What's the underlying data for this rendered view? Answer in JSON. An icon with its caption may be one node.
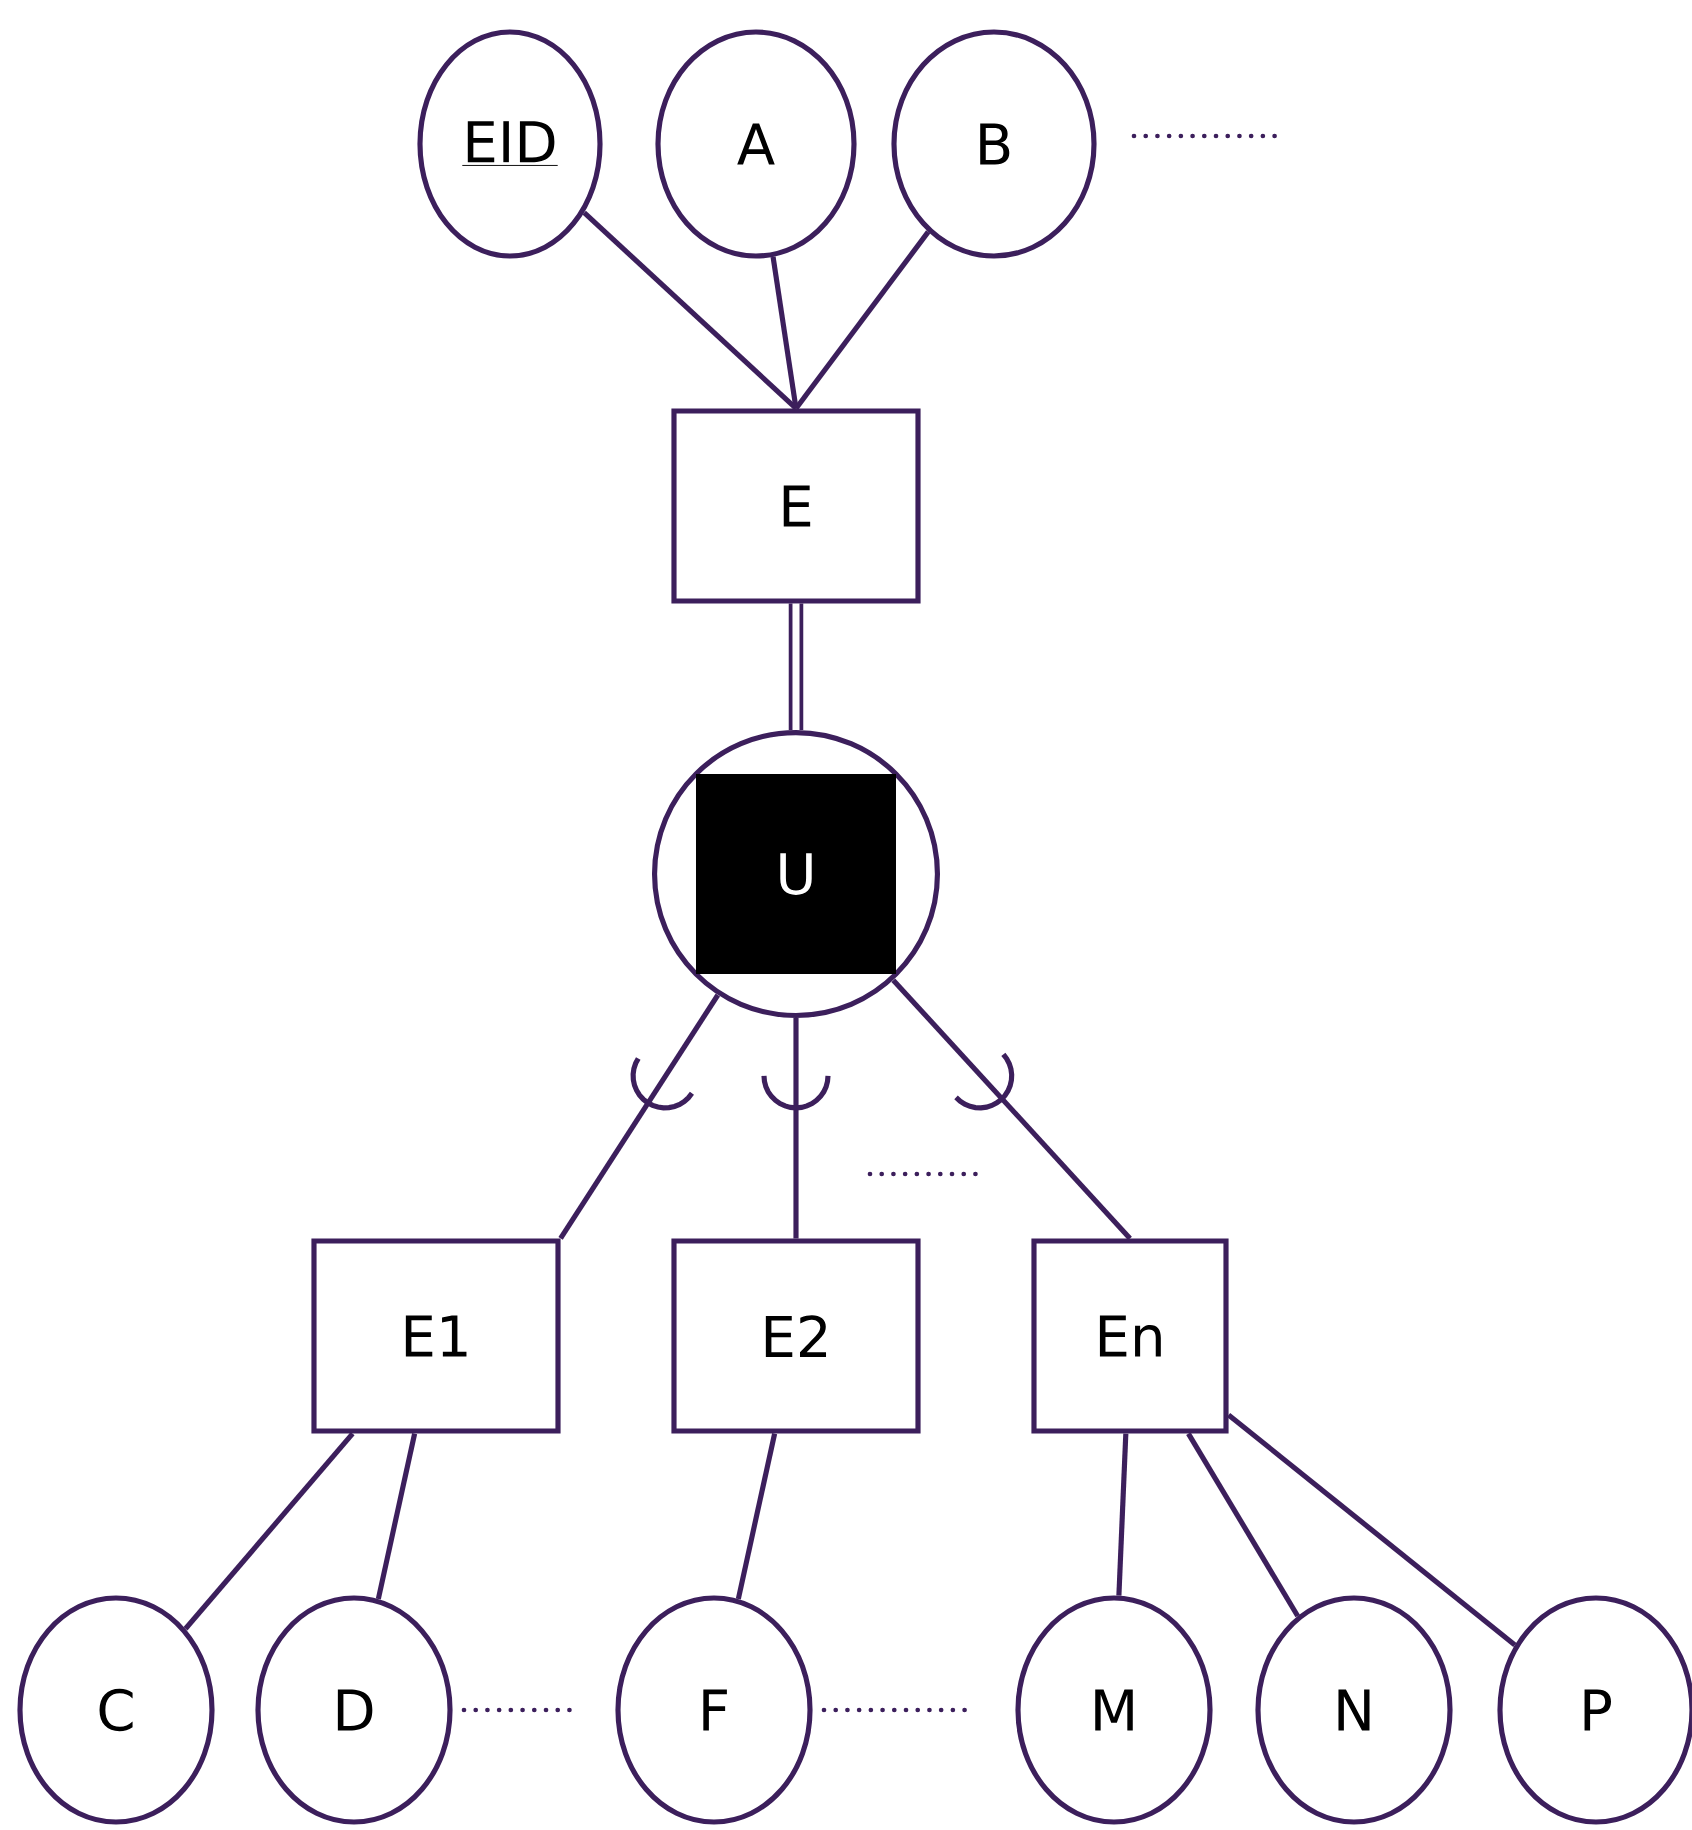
{
  "diagram": {
    "nodes": [
      {
        "text": [
          "EID"
        ]
      },
      {
        "text": [
          "A"
        ]
      },
      {
        "text": [
          "B"
        ]
      },
      {
        "text": [
          "E"
        ]
      },
      {
        "text": [
          "U"
        ]
      },
      {
        "text": [
          "E1"
        ]
      },
      {
        "text": [
          "E2"
        ]
      },
      {
        "text": [
          "En"
        ]
      },
      {
        "text": [
          "C"
        ]
      },
      {
        "text": [
          "D"
        ]
      },
      {
        "text": [
          "F"
        ]
      },
      {
        "text": [
          "M"
        ]
      },
      {
        "text": [
          "N"
        ]
      },
      {
        "text": [
          "P"
        ]
      }
    ],
    "edges": [
      {
        "from": 0,
        "to": 3,
        "arrow": "none"
      },
      {
        "from": 1,
        "to": 3,
        "arrow": "none"
      },
      {
        "from": 2,
        "to": 3,
        "arrow": "none"
      },
      {
        "from": 3,
        "to": 4,
        "arrow": "none",
        "style": "thick"
      },
      {
        "from": 4,
        "to": 5,
        "arrow": "none"
      },
      {
        "from": 4,
        "to": 6,
        "arrow": "none"
      },
      {
        "from": 4,
        "to": 7,
        "arrow": "none"
      },
      {
        "from": 5,
        "to": 8,
        "arrow": "none"
      },
      {
        "from": 5,
        "to": 9,
        "arrow": "none"
      },
      {
        "from": 6,
        "to": 10,
        "arrow": "none"
      },
      {
        "from": 7,
        "to": 11,
        "arrow": "none"
      },
      {
        "from": 7,
        "to": 12,
        "arrow": "none"
      },
      {
        "from": 7,
        "to": 13,
        "arrow": "none"
      }
    ]
  }
}
